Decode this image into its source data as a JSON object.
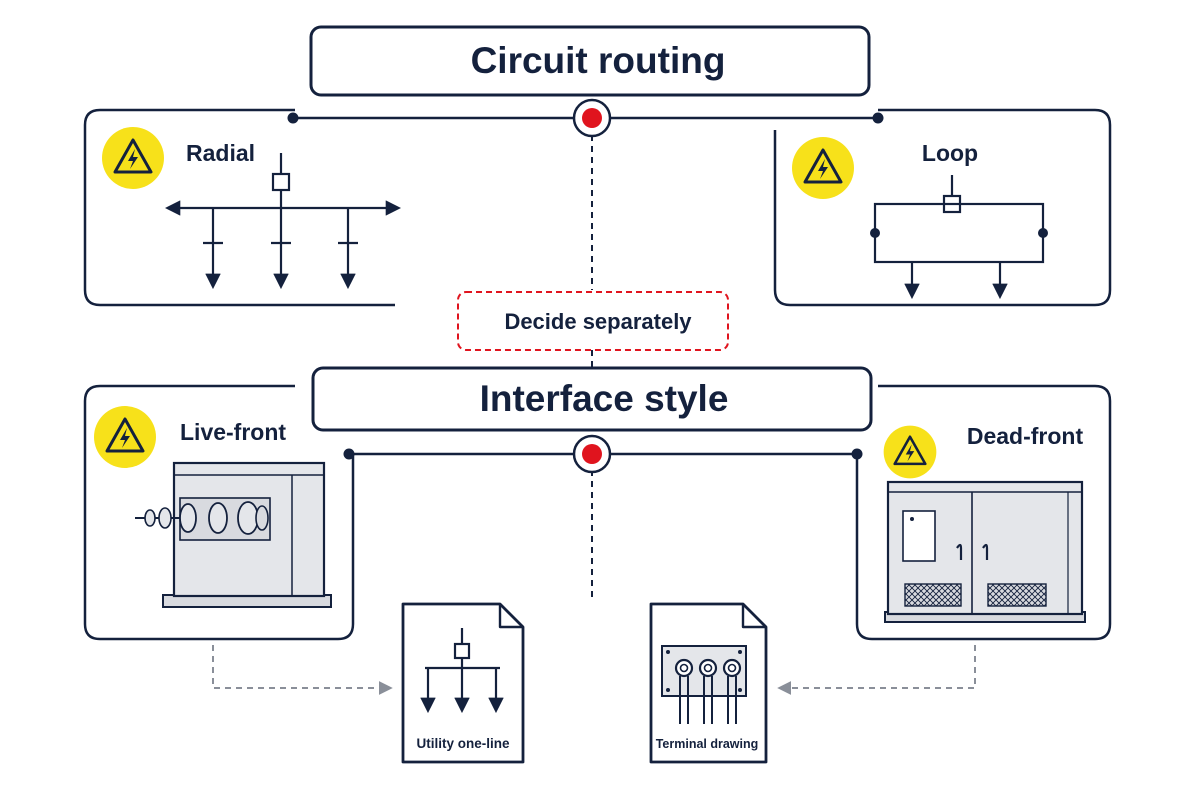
{
  "colors": {
    "navy": "#14213d",
    "accent_red": "#e0141e",
    "warning_yellow": "#f7e11a",
    "gray_dashed": "#8a8f99",
    "panel_gray": "#e4e6ea"
  },
  "circuit": {
    "title": "Circuit routing",
    "radial_label": "Radial",
    "loop_label": "Loop"
  },
  "decision": {
    "label": "Decide separately"
  },
  "interface": {
    "title": "Interface style",
    "live_label": "Live-front",
    "dead_label": "Dead-front"
  },
  "documents": {
    "oneline_label": "Utility one-line",
    "terminal_label": "Terminal drawing"
  },
  "icons": [
    "warning-icon",
    "oneline-icon",
    "terminal-icon"
  ]
}
